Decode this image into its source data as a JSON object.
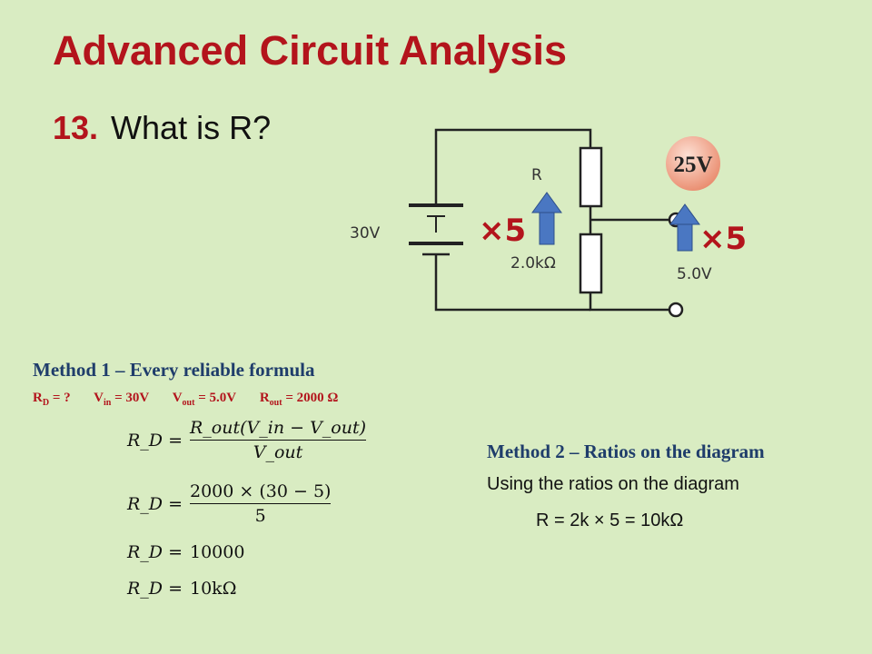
{
  "title": "Advanced Circuit Analysis",
  "question": {
    "number": "13.",
    "text": "What is R?"
  },
  "circuit": {
    "source_label": "30V",
    "resistor_top_label": "R",
    "resistor_bottom_label": "2.0kΩ",
    "output_label": "5.0V",
    "badge_label": "25V",
    "multiplier_left": "×5",
    "multiplier_right": "×5",
    "accent_color": "#b3141c",
    "arrow_color": "#4a77c2",
    "badge_color": "#f2a58c"
  },
  "method1": {
    "heading": "Method 1 – Every reliable formula",
    "given": [
      {
        "sym": "R",
        "sub": "D",
        "val": "= ?"
      },
      {
        "sym": "V",
        "sub": "in",
        "val": "=  30V"
      },
      {
        "sym": "V",
        "sub": "out",
        "val": "=  5.0V"
      },
      {
        "sym": "R",
        "sub": "out",
        "val": "= 2000 Ω"
      }
    ],
    "steps": {
      "lhs": "R_D =",
      "step1_num": "R_out(V_in − V_out)",
      "step1_den": "V_out",
      "step2_num": "2000 × (30 − 5)",
      "step2_den": "5",
      "step3": "10000",
      "step4": "10kΩ"
    }
  },
  "method2": {
    "heading": "Method 2 – Ratios on the diagram",
    "line1": "Using the ratios on the diagram",
    "line2": "R = 2k × 5 = 10kΩ"
  }
}
